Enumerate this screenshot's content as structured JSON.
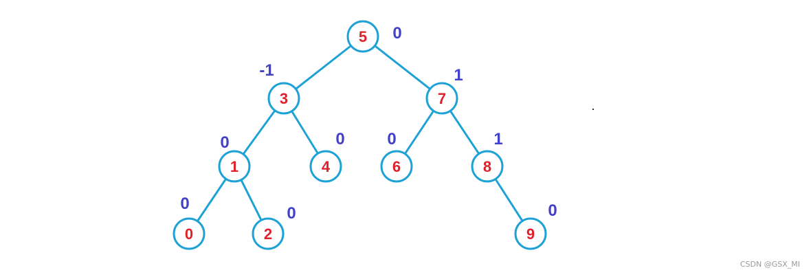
{
  "diagram": {
    "colors": {
      "edge": "#1ea2d6",
      "node_stroke": "#1ea2d6",
      "node_fill": "#ffffff",
      "node_text": "#e0202a",
      "balance_text": "#4242c8",
      "watermark_text": "#9a9a9a"
    },
    "nodes": [
      {
        "id": "n5",
        "label": "5",
        "balance": "0"
      },
      {
        "id": "n3",
        "label": "3",
        "balance": "-1"
      },
      {
        "id": "n7",
        "label": "7",
        "balance": "1"
      },
      {
        "id": "n1",
        "label": "1",
        "balance": "0"
      },
      {
        "id": "n4",
        "label": "4",
        "balance": "0"
      },
      {
        "id": "n6",
        "label": "6",
        "balance": "0"
      },
      {
        "id": "n8",
        "label": "8",
        "balance": "1"
      },
      {
        "id": "n0",
        "label": "0",
        "balance": "0"
      },
      {
        "id": "n2",
        "label": "2",
        "balance": "0"
      },
      {
        "id": "n9",
        "label": "9",
        "balance": "0"
      }
    ],
    "edges": [
      {
        "from": "n5",
        "to": "n3"
      },
      {
        "from": "n5",
        "to": "n7"
      },
      {
        "from": "n3",
        "to": "n1"
      },
      {
        "from": "n3",
        "to": "n4"
      },
      {
        "from": "n7",
        "to": "n6"
      },
      {
        "from": "n7",
        "to": "n8"
      },
      {
        "from": "n1",
        "to": "n0"
      },
      {
        "from": "n1",
        "to": "n2"
      },
      {
        "from": "n8",
        "to": "n9"
      }
    ]
  },
  "watermark": "CSDN @GSX_MI"
}
